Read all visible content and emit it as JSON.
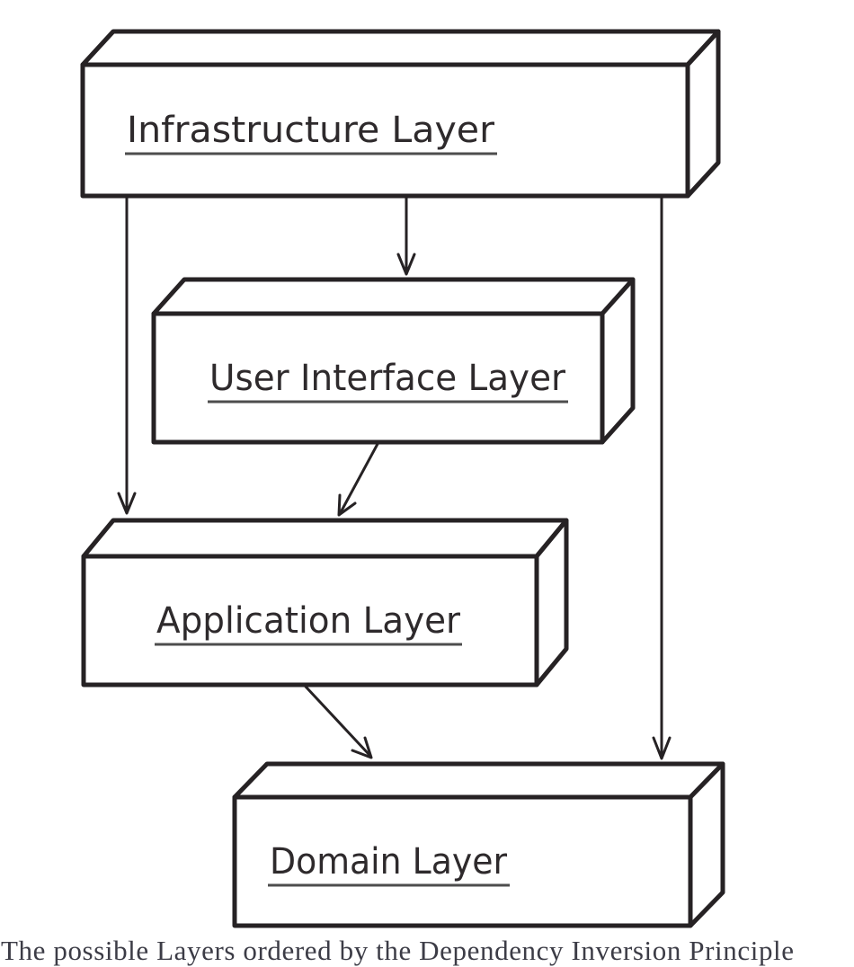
{
  "diagram": {
    "boxes": [
      {
        "id": "infrastructure",
        "label": "Infrastructure Layer"
      },
      {
        "id": "user-interface",
        "label": "User Interface Layer"
      },
      {
        "id": "application",
        "label": "Application Layer"
      },
      {
        "id": "domain",
        "label": "Domain Layer"
      }
    ],
    "arrows": [
      {
        "from": "infrastructure",
        "to": "application"
      },
      {
        "from": "infrastructure",
        "to": "user-interface"
      },
      {
        "from": "infrastructure",
        "to": "domain"
      },
      {
        "from": "user-interface",
        "to": "application"
      },
      {
        "from": "application",
        "to": "domain"
      }
    ],
    "caption": "The possible Layers ordered by the Dependency Inversion Principle",
    "colors": {
      "stroke": "#262224",
      "box_fill": "#ffffff",
      "label_text": "#2e2a2c",
      "underline": "#4d4d4d",
      "caption_text": "#3c3c46",
      "background": "#ffffff"
    }
  }
}
